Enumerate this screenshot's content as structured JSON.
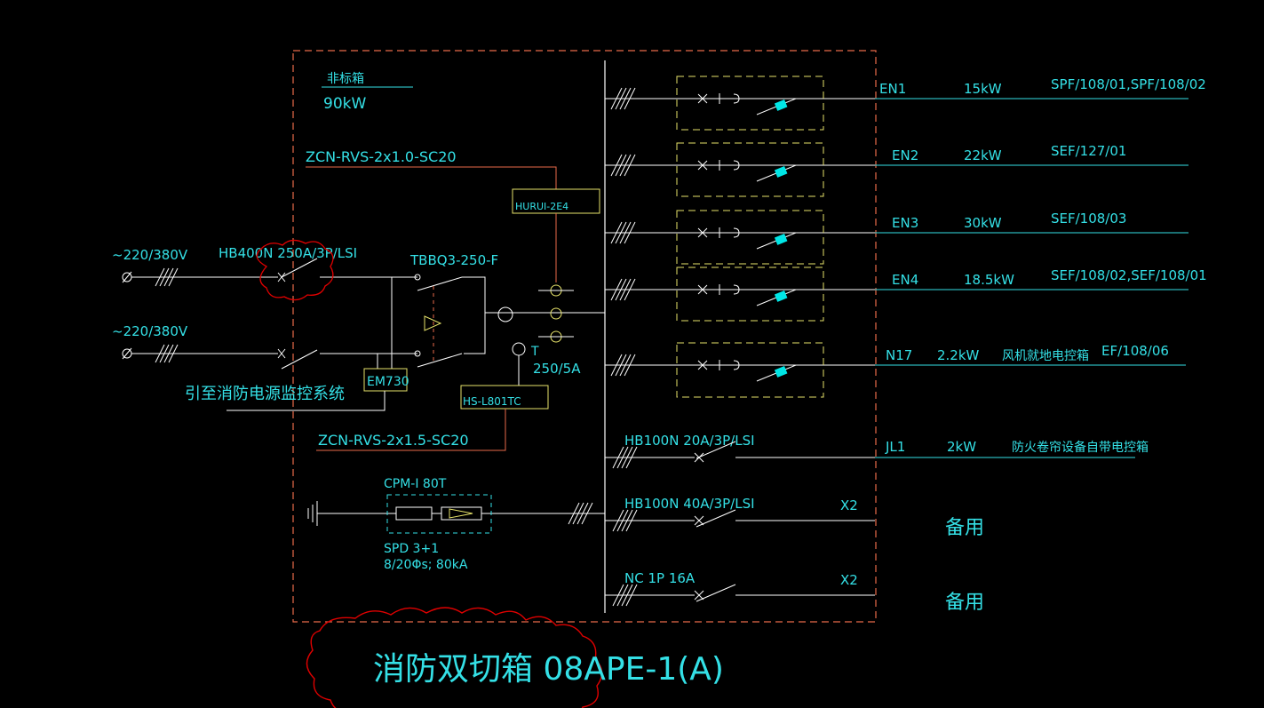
{
  "colors": {
    "background": "#000000",
    "box_border": "#e86a4a",
    "wire": "#ffffff",
    "text": "#34e0e6",
    "breaker_box": "#e6e26a",
    "accent": "#00e6e6",
    "cloud": "#e00000",
    "monitor_box": "#e6e26a",
    "signal_wire": "#e86a4a"
  },
  "box": {
    "type_label": "非标箱",
    "capacity": "90kW"
  },
  "cables": {
    "top": "ZCN-RVS-2x1.0-SC20",
    "bottom": "ZCN-RVS-2x1.5-SC20"
  },
  "devices": {
    "monitor_module": "HURUI-2E4",
    "main_breaker": "HB400N 250A/3P/LSI",
    "ats": "TBBQ3-250-F",
    "em_module": "EM730",
    "ct_label": "T",
    "ct_ratio": "250/5A",
    "meter": "HS-L801TC",
    "spd_model": "CPM-I 80T",
    "spd_type": "SPD  3+1",
    "spd_rating": "8/20Φs;  80kA"
  },
  "inputs": [
    {
      "voltage": "~220/380V"
    },
    {
      "voltage": "~220/380V"
    }
  ],
  "monitoring_note": "引至消防电源监控系统",
  "circuits": [
    {
      "id": "EN1",
      "power": "15kW",
      "target": "SPF/108/01,SPF/108/02",
      "desc": ""
    },
    {
      "id": "EN2",
      "power": "22kW",
      "target": "SEF/127/01",
      "desc": ""
    },
    {
      "id": "EN3",
      "power": "30kW",
      "target": "SEF/108/03",
      "desc": ""
    },
    {
      "id": "EN4",
      "power": "18.5kW",
      "target": "SEF/108/02,SEF/108/01",
      "desc": ""
    },
    {
      "id": "N17",
      "power": "2.2kW",
      "target": "EF/108/06",
      "desc": "风机就地电控箱"
    }
  ],
  "other_circuits": [
    {
      "breaker": "HB100N 20A/3P/LSI",
      "id": "JL1",
      "power": "2kW",
      "desc": "防火卷帘设备自带电控箱"
    },
    {
      "breaker": "HB100N 40A/3P/LSI",
      "id": "X2",
      "desc": "备用"
    },
    {
      "breaker": "NC 1P 16A",
      "id": "X2",
      "desc": "备用"
    }
  ],
  "title": "消防双切箱 08APE-1(A)"
}
